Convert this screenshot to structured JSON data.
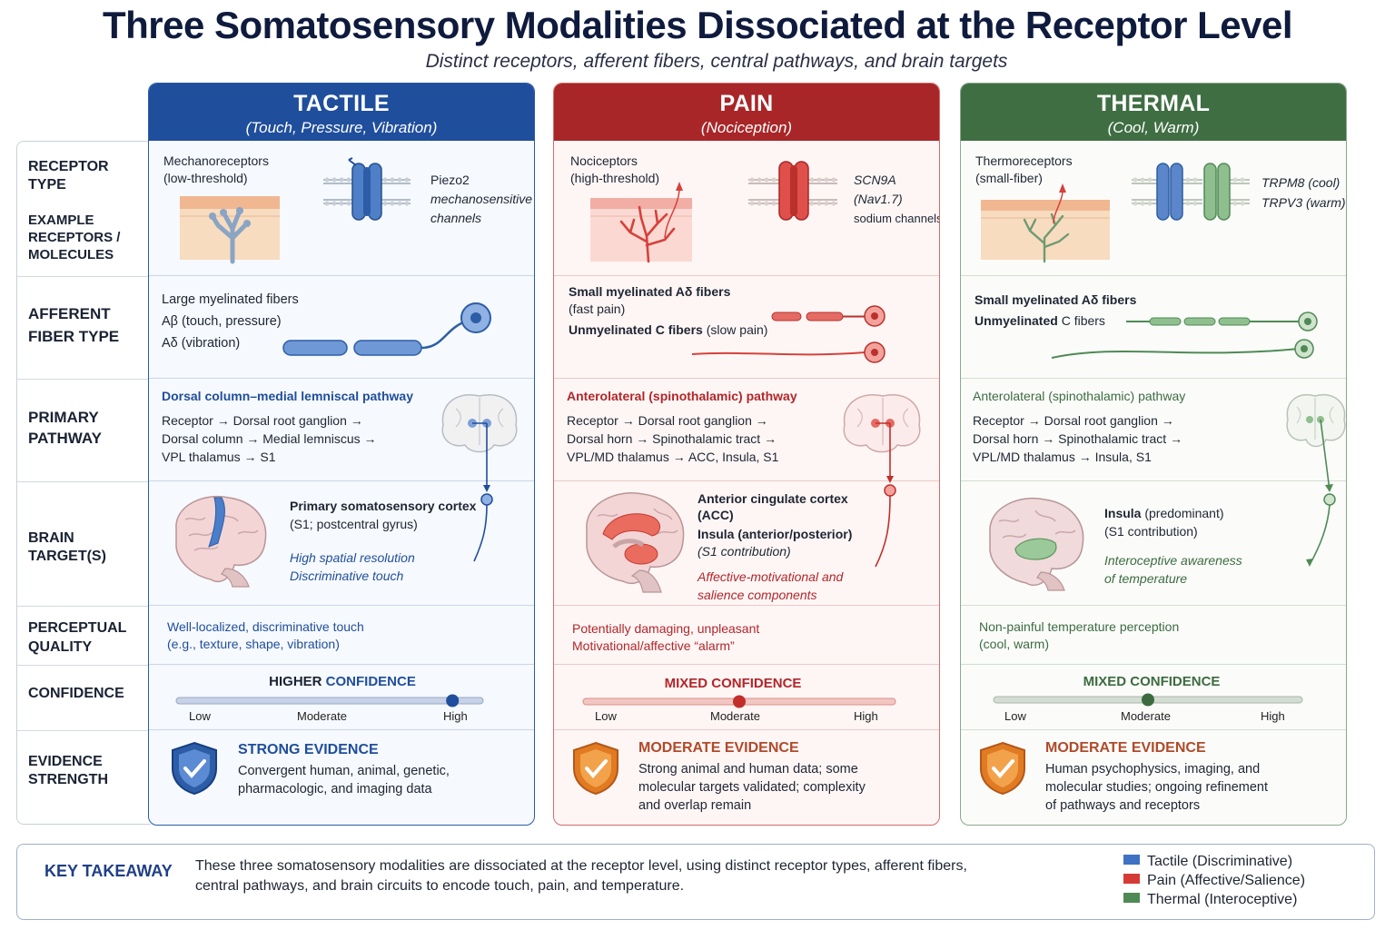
{
  "title": "Three Somatosensory Modalities Dissociated at the Receptor Level",
  "subtitle": "Distinct receptors, afferent fibers, central pathways, and brain targets",
  "row_labels": {
    "receptor_type": [
      "RECEPTOR",
      "TYPE"
    ],
    "example": [
      "EXAMPLE",
      "RECEPTORS /",
      "MOLECULES"
    ],
    "afferent": [
      "AFFERENT",
      "FIBER TYPE"
    ],
    "pathway": [
      "PRIMARY",
      "PATHWAY"
    ],
    "brain": "BRAIN TARGET(S)",
    "perceptual": [
      "PERCEPTUAL",
      "QUALITY"
    ],
    "confidence": "CONFIDENCE",
    "evidence": [
      "EVIDENCE",
      "STRENGTH"
    ]
  },
  "tactile": {
    "color": "#1f4e9c",
    "header": "TACTILE",
    "subheader": "(Touch, Pressure, Vibration)",
    "receptor": [
      "Mechanoreceptors",
      "(low-threshold)"
    ],
    "molecule": [
      "Piezo2",
      "mechanosensitive",
      "channels"
    ],
    "fiber": [
      "Large myelinated fibers",
      "Aβ (touch, pressure)",
      "Aδ (vibration)"
    ],
    "pathway_title": "Dorsal column–medial lemniscal pathway",
    "pathway": [
      "Receptor → Dorsal root ganglion →",
      "Dorsal column → Medial lemniscus →",
      "VPL thalamus → S1"
    ],
    "brain": [
      "Primary somatosensory cortex",
      "(S1; postcentral gyrus)"
    ],
    "brain_note": [
      "High spatial resolution",
      "Discriminative touch"
    ],
    "quality": [
      "Well-localized, discriminative touch",
      "(e.g., texture, shape, vibration)"
    ],
    "confidence_label": "HIGHER CONFIDENCE",
    "confidence_level": 0.9,
    "scale": [
      "Low",
      "Moderate",
      "High"
    ],
    "evidence_title": "STRONG EVIDENCE",
    "evidence": [
      "Convergent human, animal, genetic,",
      "pharmacologic, and imaging data"
    ]
  },
  "pain": {
    "color": "#b3262a",
    "header": "PAIN",
    "subheader": "(Nociception)",
    "receptor": [
      "Nociceptors",
      "(high-threshold)"
    ],
    "molecule": [
      "SCN9A",
      "(Nav1.7)",
      "sodium channels"
    ],
    "fiber": [
      "Small myelinated Aδ fibers",
      "(fast pain)",
      "Unmyelinated C fibers",
      "(slow pain)"
    ],
    "pathway_title": "Anterolateral (spinothalamic) pathway",
    "pathway": [
      "Receptor → Dorsal root ganglion →",
      "Dorsal horn → Spinothalamic tract →",
      "VPL/MD thalamus → ACC, Insula, S1"
    ],
    "brain": [
      "Anterior cingulate cortex",
      "(ACC)",
      "Insula (anterior/posterior)",
      "(S1 contribution)"
    ],
    "brain_note": [
      "Affective-motivational and",
      "salience components"
    ],
    "quality": [
      "Potentially damaging, unpleasant",
      "Motivational/affective “alarm”"
    ],
    "confidence_label": "MIXED CONFIDENCE",
    "confidence_level": 0.5,
    "scale": [
      "Low",
      "Moderate",
      "High"
    ],
    "evidence_title": "MODERATE EVIDENCE",
    "evidence": [
      "Strong animal and human data; some",
      "molecular targets validated; complexity",
      "and overlap remain"
    ]
  },
  "thermal": {
    "color": "#3c6b40",
    "header": "THERMAL",
    "subheader": "(Cool, Warm)",
    "receptor": [
      "Thermoreceptors",
      "(small-fiber)"
    ],
    "molecule": [
      "TRPM8 (cool)",
      "TRPV3 (warm)"
    ],
    "fiber": [
      "Small myelinated Aδ fibers",
      "Unmyelinated C fibers"
    ],
    "pathway_title": "Anterolateral (spinothalamic) pathway",
    "pathway": [
      "Receptor → Dorsal root ganglion →",
      "Dorsal horn → Spinothalamic tract →",
      "VPL/MD thalamus → Insula, S1"
    ],
    "brain": [
      "Insula (predominant)",
      "(S1 contribution)"
    ],
    "brain_note": [
      "Interoceptive awareness",
      "of temperature"
    ],
    "quality": [
      "Non-painful temperature perception",
      "(cool, warm)"
    ],
    "confidence_label": "MIXED CONFIDENCE",
    "confidence_level": 0.5,
    "scale": [
      "Low",
      "Moderate",
      "High"
    ],
    "evidence_title": "MODERATE EVIDENCE",
    "evidence": [
      "Human psychophysics, imaging, and",
      "molecular studies; ongoing refinement",
      "of pathways and receptors"
    ]
  },
  "key": {
    "title": "KEY TAKEAWAY",
    "text": "These three somatosensory modalities are dissociated at the receptor level, using distinct receptor types, afferent fibers, central pathways, and brain circuits to encode touch, pain, and temperature.",
    "legend": [
      {
        "label": "Tactile (Discriminative)",
        "color": "#3d72c4"
      },
      {
        "label": "Pain (Affective/Salience)",
        "color": "#d53a36"
      },
      {
        "label": "Thermal (Interoceptive)",
        "color": "#4f8a55"
      }
    ]
  }
}
